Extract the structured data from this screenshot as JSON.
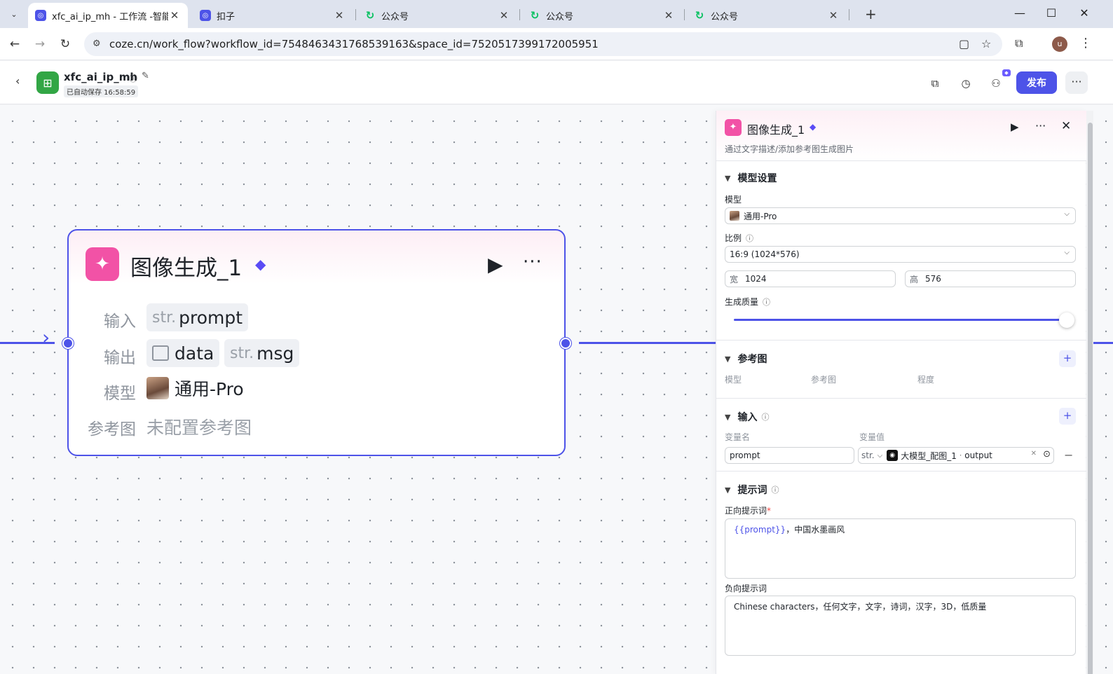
{
  "browser": {
    "tabs": [
      {
        "title": "xfc_ai_ip_mh - 工作流 -智能体",
        "icon": "coze-icon",
        "active": true
      },
      {
        "title": "扣子",
        "icon": "coze-icon",
        "active": false
      },
      {
        "title": "公众号",
        "icon": "wechat-icon",
        "active": false
      },
      {
        "title": "公众号",
        "icon": "wechat-icon",
        "active": false
      },
      {
        "title": "公众号",
        "icon": "wechat-icon",
        "active": false
      }
    ],
    "url": "coze.cn/work_flow?workflow_id=7548463431768539163&space_id=7520517399172005951",
    "profile_initial": "u"
  },
  "header": {
    "workflow_name": "xfc_ai_ip_mh",
    "saved_status": "已自动保存 16:58:59",
    "publish_label": "发布"
  },
  "node": {
    "title": "图像生成_1",
    "input_label": "输入",
    "output_label": "输出",
    "model_label": "模型",
    "ref_label": "参考图",
    "input_type": "str.",
    "input_name": "prompt",
    "output_data": "data",
    "output_msg_type": "str.",
    "output_msg": "msg",
    "model_name": "通用-Pro",
    "ref_value": "未配置参考图"
  },
  "panel": {
    "title": "图像生成_1",
    "description": "通过文字描述/添加参考图生成图片",
    "model_section": "模型设置",
    "model_label": "模型",
    "model_value": "通用-Pro",
    "ratio_label": "比例",
    "ratio_value": "16:9 (1024*576)",
    "width_prefix": "宽",
    "width_value": "1024",
    "height_prefix": "高",
    "height_value": "576",
    "quality_label": "生成质量",
    "quality_level": 1.0,
    "ref_section": "参考图",
    "ref_cols": [
      "模型",
      "参考图",
      "程度"
    ],
    "input_section": "输入",
    "var_name_header": "变量名",
    "var_value_header": "变量值",
    "var_name": "prompt",
    "var_type": "str.",
    "var_ref_node": "大模型_配图_1",
    "var_ref_sep": " · ",
    "var_ref_field": "output",
    "prompt_section": "提示词",
    "positive_label": "正向提示词",
    "positive_required": "*",
    "positive_var": "{{prompt}}",
    "positive_text": "，中国水墨画风",
    "negative_label": "负向提示词",
    "negative_text": "Chinese characters，任何文字，文字，诗词，汉字，3D，低质量"
  },
  "colors": {
    "accent": "#4d53e8",
    "node_icon": "#f252a6",
    "workflow_logo": "#32a645"
  }
}
